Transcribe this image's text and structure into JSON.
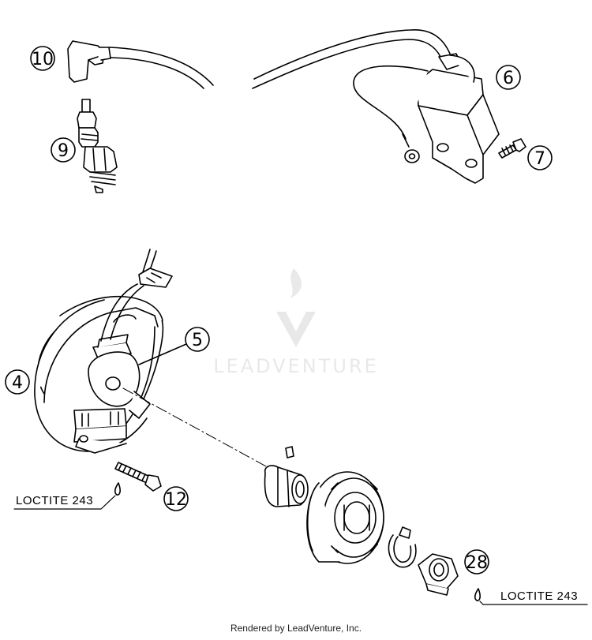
{
  "callouts": [
    {
      "id": "10"
    },
    {
      "id": "9"
    },
    {
      "id": "6"
    },
    {
      "id": "7"
    },
    {
      "id": "5"
    },
    {
      "id": "4"
    },
    {
      "id": "12"
    },
    {
      "id": "28"
    }
  ],
  "notes": {
    "loctite_left": "LOCTITE 243",
    "loctite_right": "LOCTITE 243"
  },
  "watermark": {
    "brand": "LEADVENTURE"
  },
  "footer": {
    "text": "Rendered by LeadVenture, Inc."
  }
}
